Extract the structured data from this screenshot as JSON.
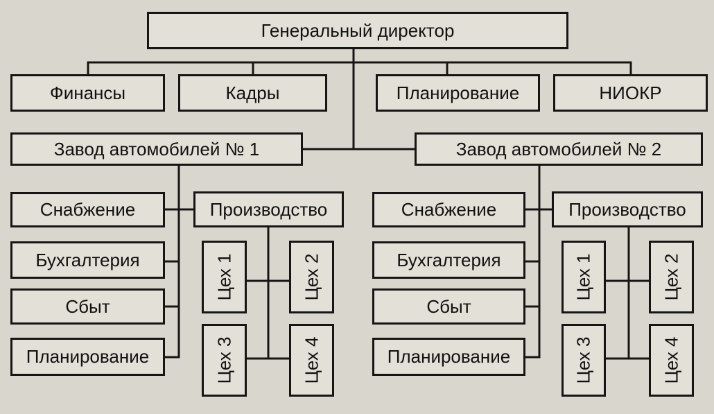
{
  "chart": {
    "director": "Генеральный директор",
    "departments": [
      "Финансы",
      "Кадры",
      "Планирование",
      "НИОКР"
    ],
    "plants": [
      {
        "name": "Завод автомобилей № 1",
        "services": [
          "Снабжение",
          "Бухгалтерия",
          "Сбыт",
          "Планирование"
        ],
        "production": "Производство",
        "shops": [
          "Цех 1",
          "Цех 2",
          "Цех 3",
          "Цех 4"
        ]
      },
      {
        "name": "Завод автомобилей № 2",
        "services": [
          "Снабжение",
          "Бухгалтерия",
          "Сбыт",
          "Планирование"
        ],
        "production": "Производство",
        "shops": [
          "Цех 1",
          "Цех 2",
          "Цех 3",
          "Цех 4"
        ]
      }
    ]
  },
  "colors": {
    "background": "#d9d6cd",
    "box_fill": "#e3e0d7",
    "line": "#151515",
    "text": "#111111"
  }
}
